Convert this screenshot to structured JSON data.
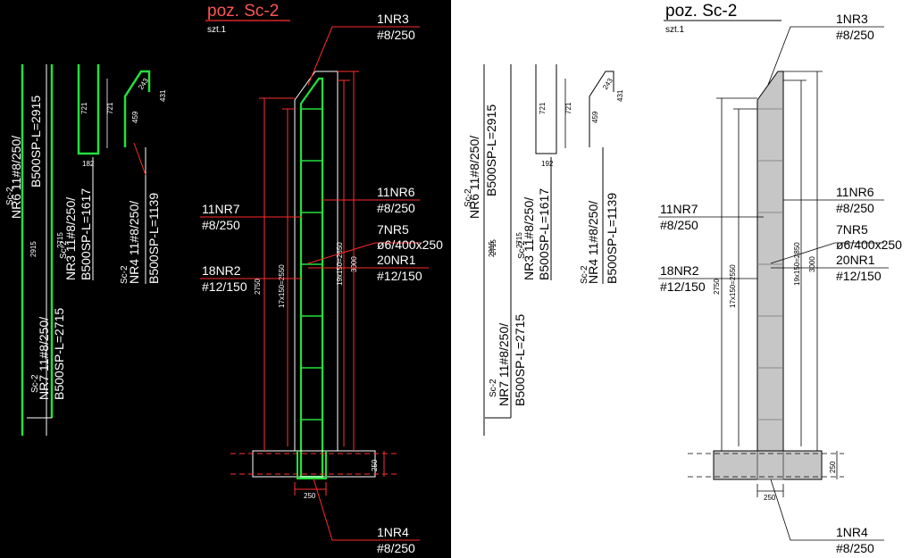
{
  "colors": {
    "dark_bg": "#000000",
    "dark_text": "#ffffff",
    "dark_leader": "#ff2a2a",
    "dark_rebar": "#22e03c",
    "dark_dim": "#ff3030",
    "light_bg": "#ffffff",
    "light_text": "#000000",
    "light_concrete": "#c6c6c6"
  },
  "drawing": {
    "title": "poz. Sc-2",
    "subtitle": "szt.1",
    "callouts": {
      "nr3": {
        "id": "1NR3",
        "spec": "#8/250"
      },
      "nr6": {
        "id": "11NR6",
        "spec": "#8/250"
      },
      "nr7": {
        "id": "11NR7",
        "spec": "#8/250"
      },
      "nr5": {
        "id": "7NR5",
        "spec": "ø6/400x250"
      },
      "nr1": {
        "id": "20NR1",
        "spec": "#12/150"
      },
      "nr2": {
        "id": "18NR2",
        "spec": "#12/150"
      },
      "nr4": {
        "id": "1NR4",
        "spec": "#8/250"
      }
    },
    "dimensions": {
      "d2750": "2750",
      "d17x150": "17x150=2550",
      "d19x150": "19x150=2850",
      "d3000": "3000",
      "d250_v": "250",
      "d250_h": "250"
    },
    "bars": {
      "nr6_l1": "Sc-2",
      "nr6_l2": "NR6  11#8/250/",
      "nr6_l3": "B500SP-L=2915",
      "nr6_len": "2915",
      "nr7_l1": "Sc-2",
      "nr7_l2": "NR7  11#8/250/",
      "nr7_l3": "B500SP-L=2715",
      "nr7_len": "2715",
      "nr3_l1": "Sc-2",
      "nr3_l2": "NR3  11#8/250/",
      "nr3_l3": "B500SP-L=1617",
      "nr3_721a": "721",
      "nr3_721b": "721",
      "nr3_182": "182",
      "nr3_192": "192",
      "nr4_l1": "Sc-2",
      "nr4_l2": "NR4  11#8/250/",
      "nr4_l3": "B500SP-L=1139",
      "nr4_243": "243",
      "nr4_431": "431",
      "nr4_459": "459"
    }
  }
}
